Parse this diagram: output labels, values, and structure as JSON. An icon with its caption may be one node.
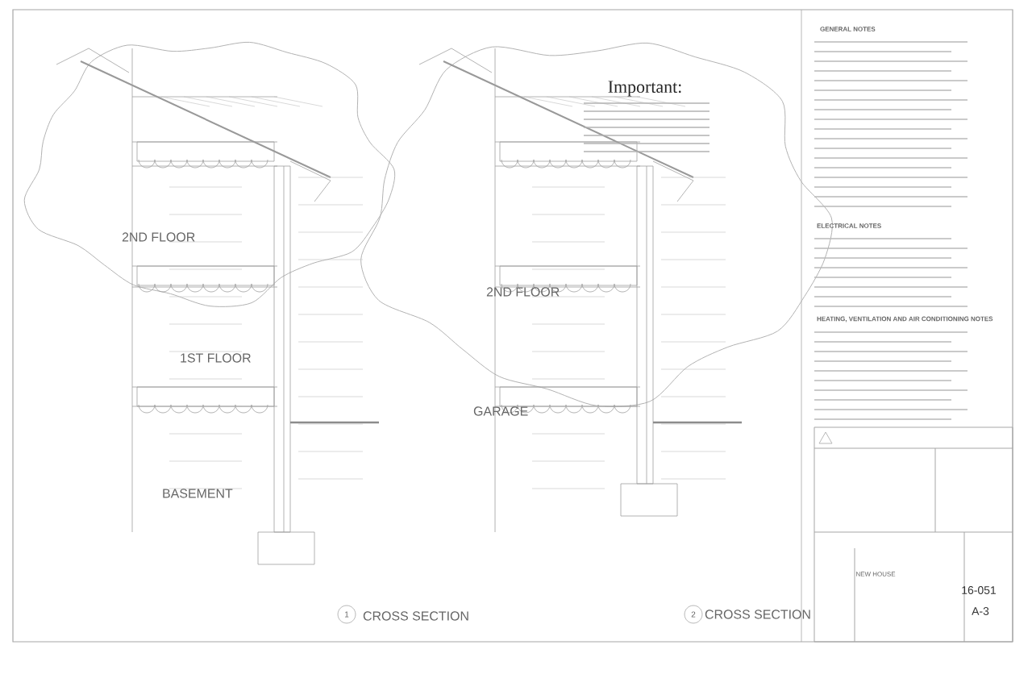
{
  "diagram": {
    "labels": [
      "GENERAL NOTES",
      "Important:",
      "2ND FLOOR",
      "2ND FLOOR",
      "ELECTRICAL NOTES",
      "1ST FLOOR",
      "HEATING, VENTILATION AND AIR CONDITIONING NOTES",
      "GARAGE",
      "BASEMENT",
      "NEW HOUSE",
      "16-051",
      "A-3",
      "1",
      "CROSS SECTION",
      "2",
      "CROSS SECTION"
    ]
  }
}
